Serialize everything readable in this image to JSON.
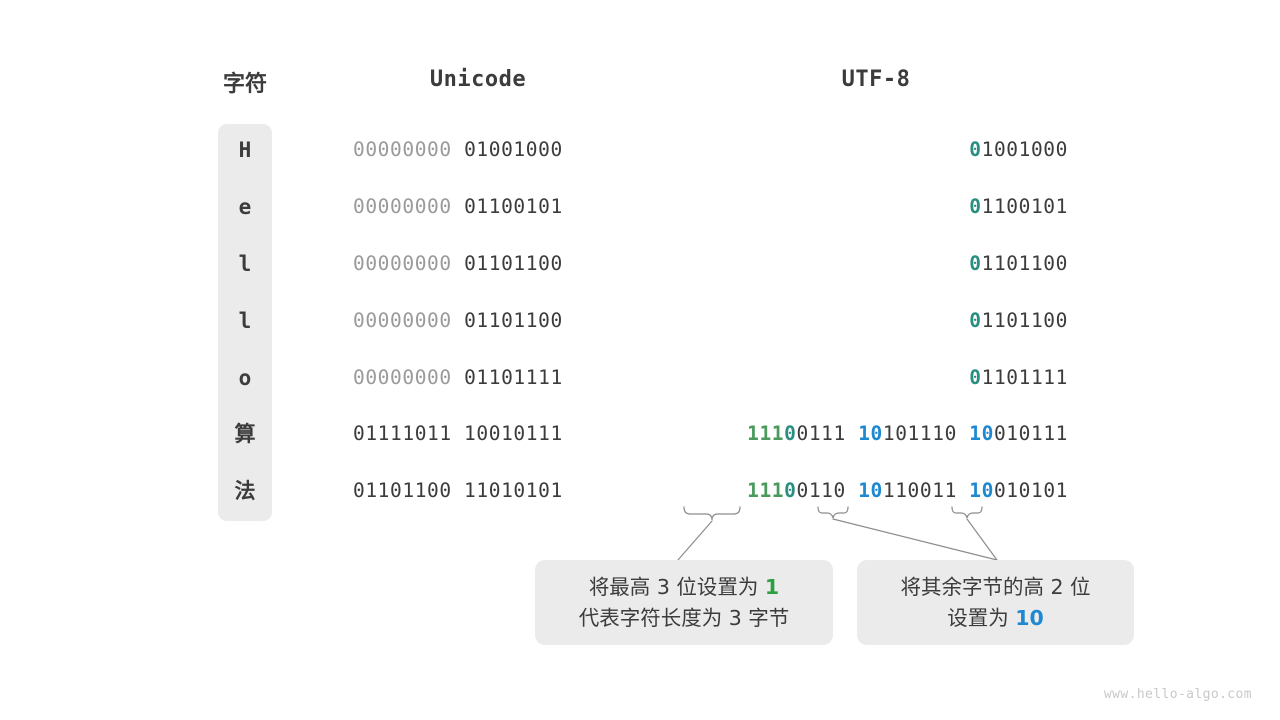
{
  "headers": {
    "character": "字符",
    "unicode": "Unicode",
    "utf8": "UTF-8"
  },
  "rows": [
    {
      "char": "H",
      "char_is_mono": true,
      "unicode": [
        {
          "text": "00000000 ",
          "style": "dim"
        },
        {
          "text": "01001000",
          "style": "dark"
        }
      ],
      "utf8": [
        {
          "text": "0",
          "style": "teal"
        },
        {
          "text": "1001000",
          "style": "dark"
        }
      ]
    },
    {
      "char": "e",
      "char_is_mono": true,
      "unicode": [
        {
          "text": "00000000 ",
          "style": "dim"
        },
        {
          "text": "01100101",
          "style": "dark"
        }
      ],
      "utf8": [
        {
          "text": "0",
          "style": "teal"
        },
        {
          "text": "1100101",
          "style": "dark"
        }
      ]
    },
    {
      "char": "l",
      "char_is_mono": true,
      "unicode": [
        {
          "text": "00000000 ",
          "style": "dim"
        },
        {
          "text": "01101100",
          "style": "dark"
        }
      ],
      "utf8": [
        {
          "text": "0",
          "style": "teal"
        },
        {
          "text": "1101100",
          "style": "dark"
        }
      ]
    },
    {
      "char": "l",
      "char_is_mono": true,
      "unicode": [
        {
          "text": "00000000 ",
          "style": "dim"
        },
        {
          "text": "01101100",
          "style": "dark"
        }
      ],
      "utf8": [
        {
          "text": "0",
          "style": "teal"
        },
        {
          "text": "1101100",
          "style": "dark"
        }
      ]
    },
    {
      "char": "o",
      "char_is_mono": true,
      "unicode": [
        {
          "text": "00000000 ",
          "style": "dim"
        },
        {
          "text": "01101111",
          "style": "dark"
        }
      ],
      "utf8": [
        {
          "text": "0",
          "style": "teal"
        },
        {
          "text": "1101111",
          "style": "dark"
        }
      ]
    },
    {
      "char": "算",
      "char_is_mono": false,
      "unicode": [
        {
          "text": "01111011 10010111",
          "style": "dark"
        }
      ],
      "utf8": [
        {
          "text": "111",
          "style": "green"
        },
        {
          "text": "0",
          "style": "teal"
        },
        {
          "text": "0111 ",
          "style": "dark"
        },
        {
          "text": "10",
          "style": "blue"
        },
        {
          "text": "101110 ",
          "style": "dark"
        },
        {
          "text": "10",
          "style": "blue"
        },
        {
          "text": "010111",
          "style": "dark"
        }
      ]
    },
    {
      "char": "法",
      "char_is_mono": false,
      "unicode": [
        {
          "text": "01101100 11010101",
          "style": "dark"
        }
      ],
      "utf8": [
        {
          "text": "111",
          "style": "green"
        },
        {
          "text": "0",
          "style": "teal"
        },
        {
          "text": "0110 ",
          "style": "dark"
        },
        {
          "text": "10",
          "style": "blue"
        },
        {
          "text": "110011 ",
          "style": "dark"
        },
        {
          "text": "10",
          "style": "blue"
        },
        {
          "text": "010101",
          "style": "dark"
        }
      ]
    }
  ],
  "callouts": [
    {
      "id": "callout-1",
      "lines": [
        [
          {
            "text": "将最高 3 位设置为 ",
            "style": "plain"
          },
          {
            "text": "1",
            "style": "hl-green"
          }
        ],
        [
          {
            "text": "代表字符长度为 3 字节",
            "style": "plain"
          }
        ]
      ]
    },
    {
      "id": "callout-2",
      "lines": [
        [
          {
            "text": "将其余字节的高 2 位",
            "style": "plain"
          }
        ],
        [
          {
            "text": "设置为 ",
            "style": "plain"
          },
          {
            "text": "10",
            "style": "hl-blue"
          }
        ]
      ]
    }
  ],
  "watermark": "www.hello-algo.com",
  "colors": {
    "green": "#4a9a5c",
    "teal": "#2a8f80",
    "blue": "#1e88d0",
    "dark": "#3c3c3c",
    "dim": "#9a9a9a",
    "panel": "#ebebeb",
    "background": "#ffffff",
    "connector": "#8c8c8c"
  }
}
